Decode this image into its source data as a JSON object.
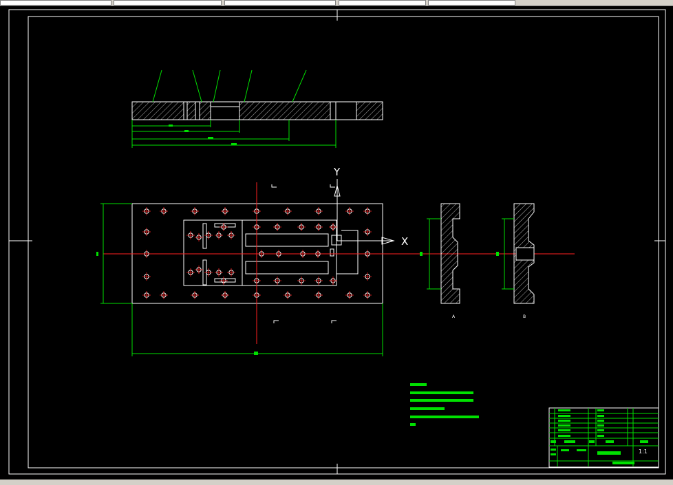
{
  "colors": {
    "background": "#000000",
    "outline": "#ffffff",
    "dimension": "#00e000",
    "centerline": "#ff2020"
  },
  "axes": {
    "y_label": "Y",
    "x_label": "X"
  },
  "section_labels": {
    "left": "A",
    "right": "B"
  },
  "title_block": {
    "scale": "1:1"
  }
}
